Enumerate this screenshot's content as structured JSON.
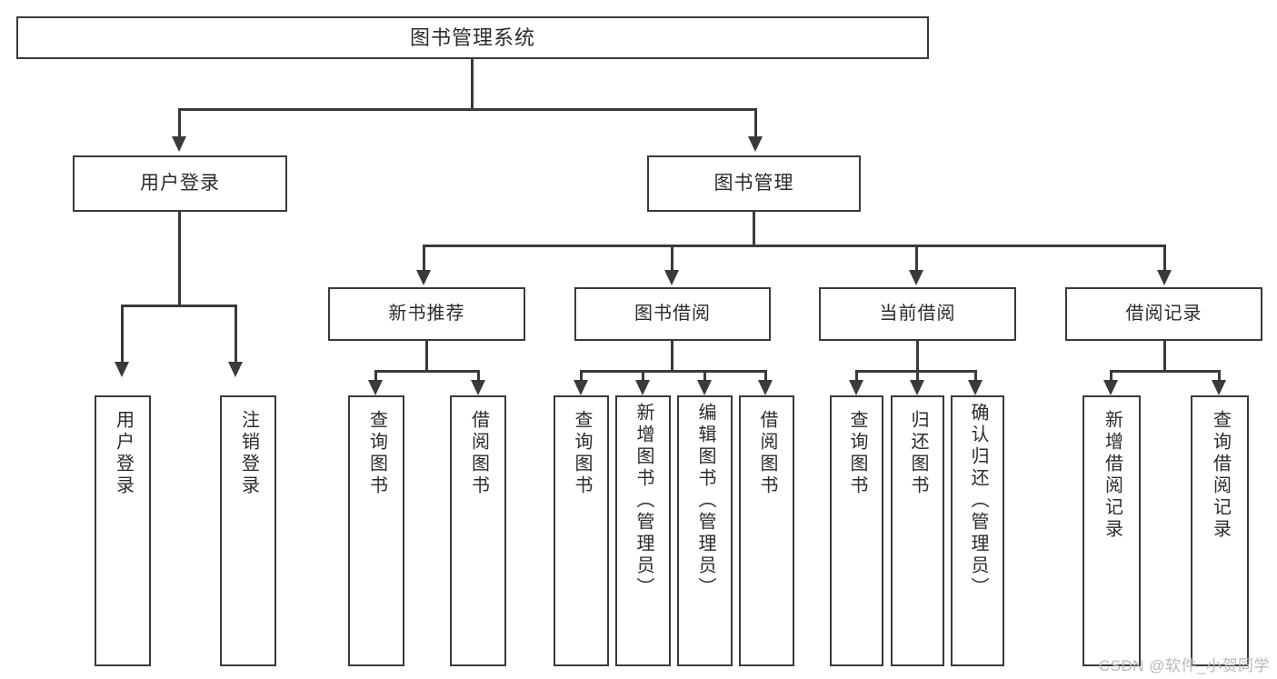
{
  "diagram": {
    "title": "图书管理系统",
    "type": "tree",
    "watermark": "CSDN @软件_小贺同学",
    "colors": {
      "stroke": "#3a3a3a",
      "text": "#2b2b2b",
      "background": "#ffffff",
      "watermark": "#b9b9b9"
    },
    "root": {
      "label": "图书管理系统"
    },
    "level2": [
      {
        "label": "用户登录"
      },
      {
        "label": "图书管理"
      }
    ],
    "level3": [
      {
        "label": "新书推荐"
      },
      {
        "label": "图书借阅"
      },
      {
        "label": "当前借阅"
      },
      {
        "label": "借阅记录"
      }
    ],
    "leaves": {
      "user_login": [
        {
          "label": "用户登录"
        },
        {
          "label": "注销登录"
        }
      ],
      "new_book_recommend": [
        {
          "label": "查询图书"
        },
        {
          "label": "借阅图书"
        }
      ],
      "book_borrow": [
        {
          "label": "查询图书"
        },
        {
          "label": "新增图书（管理员）"
        },
        {
          "label": "编辑图书（管理员）"
        },
        {
          "label": "借阅图书"
        }
      ],
      "current_borrow": [
        {
          "label": "查询图书"
        },
        {
          "label": "归还图书"
        },
        {
          "label": "确认归还（管理员）"
        }
      ],
      "borrow_record": [
        {
          "label": "新增借阅记录"
        },
        {
          "label": "查询借阅记录"
        }
      ]
    }
  },
  "chart_data": {
    "type": "table",
    "title": "图书管理系统功能结构图",
    "nodes": [
      {
        "id": "root",
        "label": "图书管理系统",
        "level": 1,
        "parent": null
      },
      {
        "id": "user-login",
        "label": "用户登录",
        "level": 2,
        "parent": "root"
      },
      {
        "id": "book-manage",
        "label": "图书管理",
        "level": 2,
        "parent": "root"
      },
      {
        "id": "new-book",
        "label": "新书推荐",
        "level": 3,
        "parent": "book-manage"
      },
      {
        "id": "book-borrow",
        "label": "图书借阅",
        "level": 3,
        "parent": "book-manage"
      },
      {
        "id": "current-borrow",
        "label": "当前借阅",
        "level": 3,
        "parent": "book-manage"
      },
      {
        "id": "borrow-record",
        "label": "借阅记录",
        "level": 3,
        "parent": "book-manage"
      },
      {
        "id": "l-user-login",
        "label": "用户登录",
        "level": 4,
        "parent": "user-login"
      },
      {
        "id": "l-logout",
        "label": "注销登录",
        "level": 4,
        "parent": "user-login"
      },
      {
        "id": "l-nb-query",
        "label": "查询图书",
        "level": 4,
        "parent": "new-book"
      },
      {
        "id": "l-nb-borrow",
        "label": "借阅图书",
        "level": 4,
        "parent": "new-book"
      },
      {
        "id": "l-bb-query",
        "label": "查询图书",
        "level": 4,
        "parent": "book-borrow"
      },
      {
        "id": "l-bb-add",
        "label": "新增图书（管理员）",
        "level": 4,
        "parent": "book-borrow"
      },
      {
        "id": "l-bb-edit",
        "label": "编辑图书（管理员）",
        "level": 4,
        "parent": "book-borrow"
      },
      {
        "id": "l-bb-borrow",
        "label": "借阅图书",
        "level": 4,
        "parent": "book-borrow"
      },
      {
        "id": "l-cb-query",
        "label": "查询图书",
        "level": 4,
        "parent": "current-borrow"
      },
      {
        "id": "l-cb-return",
        "label": "归还图书",
        "level": 4,
        "parent": "current-borrow"
      },
      {
        "id": "l-cb-confirm",
        "label": "确认归还（管理员）",
        "level": 4,
        "parent": "current-borrow"
      },
      {
        "id": "l-br-add",
        "label": "新增借阅记录",
        "level": 4,
        "parent": "borrow-record"
      },
      {
        "id": "l-br-query",
        "label": "查询借阅记录",
        "level": 4,
        "parent": "borrow-record"
      }
    ]
  }
}
